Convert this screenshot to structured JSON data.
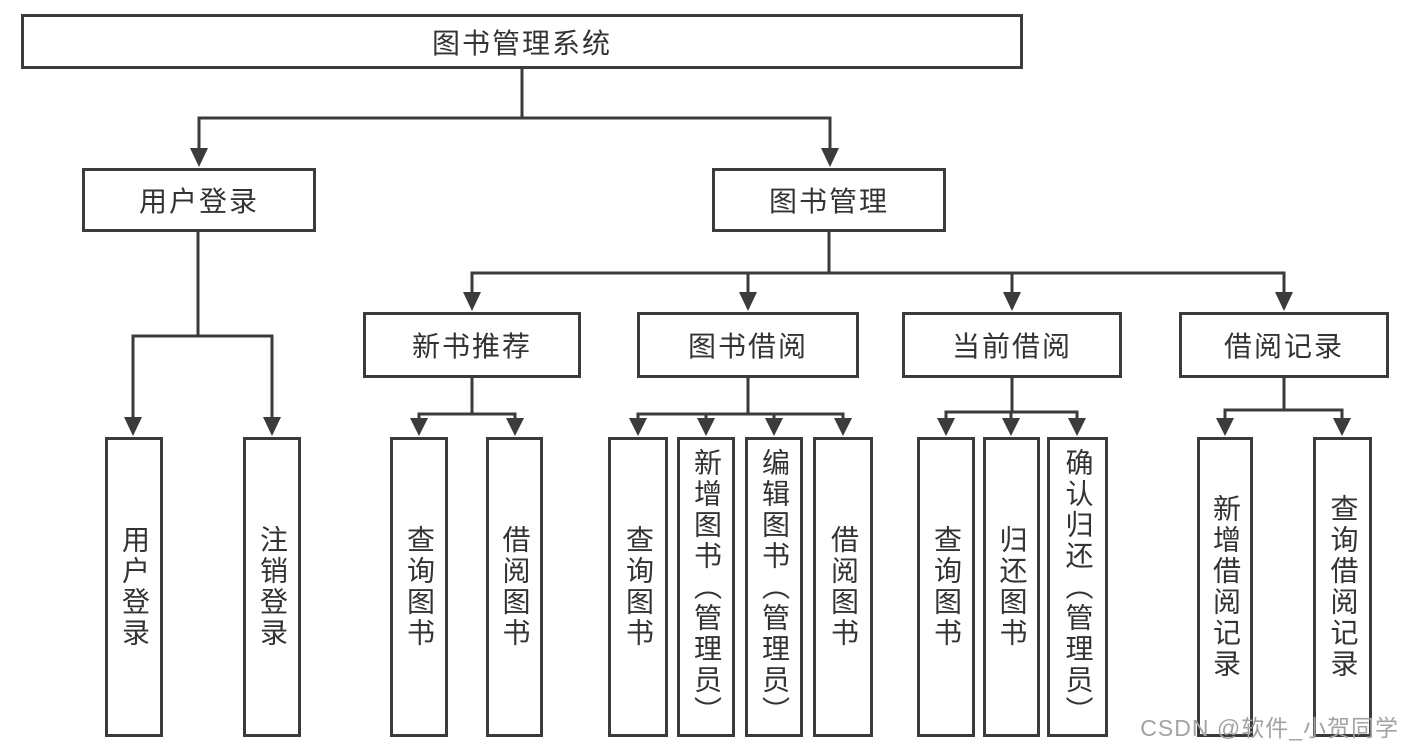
{
  "diagram": {
    "root": {
      "label": "图书管理系统"
    },
    "branches": [
      {
        "label": "用户登录",
        "children": [
          {
            "label": "用户登录"
          },
          {
            "label": "注销登录"
          }
        ]
      },
      {
        "label": "图书管理",
        "children": [
          {
            "label": "新书推荐",
            "children": [
              {
                "label": "查询图书"
              },
              {
                "label": "借阅图书"
              }
            ]
          },
          {
            "label": "图书借阅",
            "children": [
              {
                "label": "查询图书"
              },
              {
                "label": "新增图书（管理员）"
              },
              {
                "label": "编辑图书（管理员）"
              },
              {
                "label": "借阅图书"
              }
            ]
          },
          {
            "label": "当前借阅",
            "children": [
              {
                "label": "查询图书"
              },
              {
                "label": "归还图书"
              },
              {
                "label": "确认归还（管理员）"
              }
            ]
          },
          {
            "label": "借阅记录",
            "children": [
              {
                "label": "新增借阅记录"
              },
              {
                "label": "查询借阅记录"
              }
            ]
          }
        ]
      }
    ]
  },
  "watermark": {
    "text": "CSDN @软件_小贺同学"
  },
  "colors": {
    "background": "#ffffff",
    "line": "#3b3b3b",
    "box_border": "#3b3b3b",
    "text": "#333333",
    "watermark": "#a3a3a3"
  }
}
